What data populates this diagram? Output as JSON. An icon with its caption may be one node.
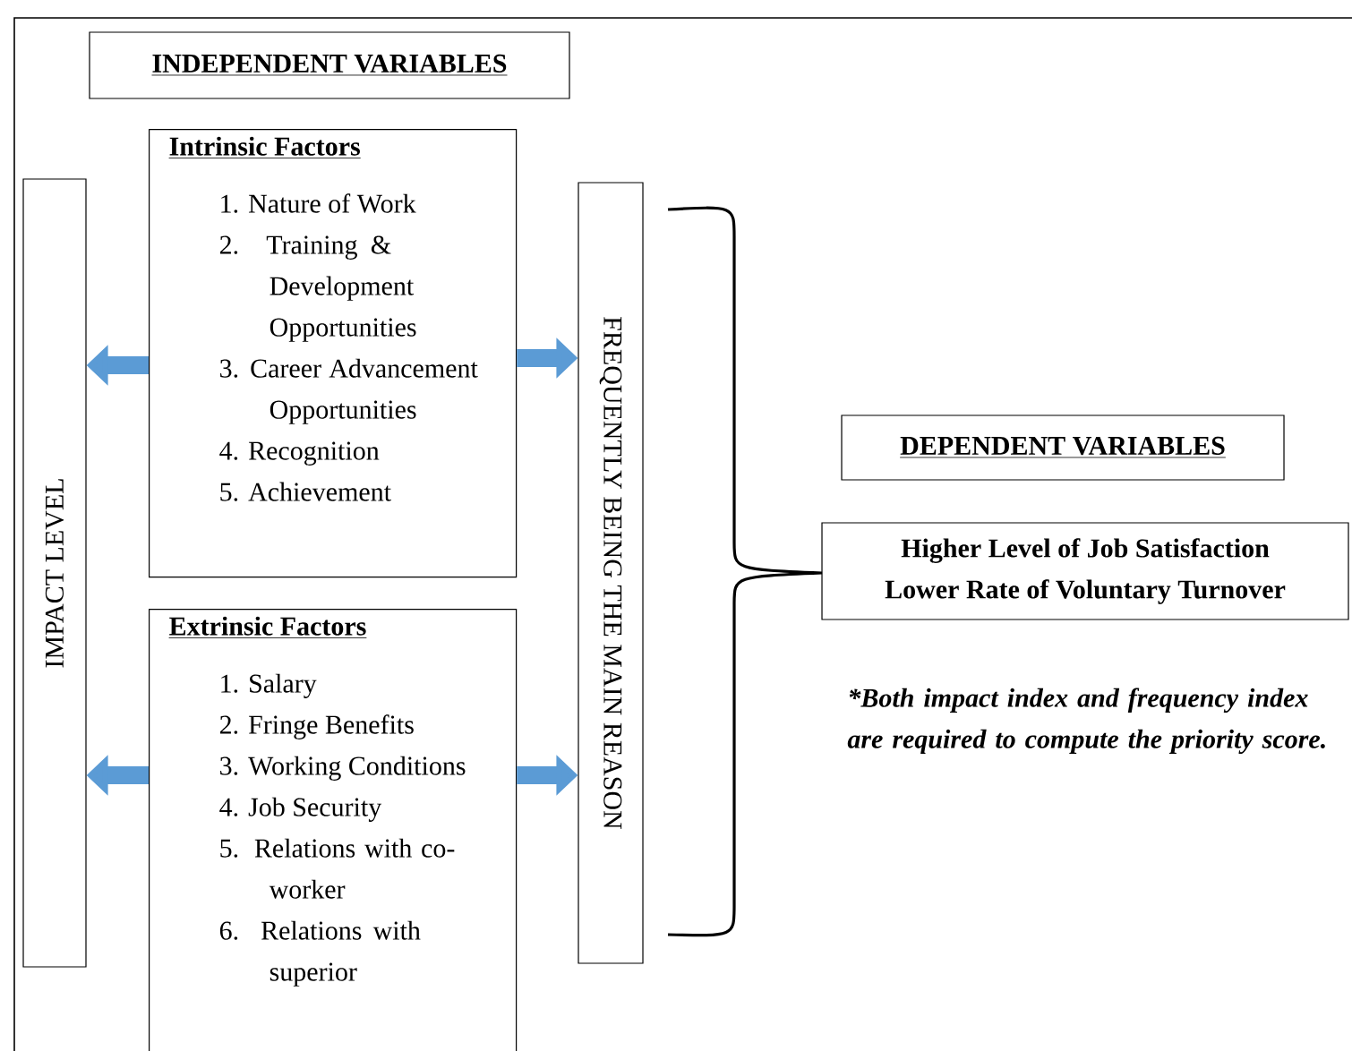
{
  "diagram": {
    "nodes": [
      {
        "text": [
          "INDEPENDENT VARIABLES"
        ]
      },
      {
        "text": [
          "Intrinsic Factors",
          "1. Nature of Work",
          "2. Training & Development Opportunities",
          "3. Career Advancement Opportunities",
          "4. Recognition",
          "5. Achievement"
        ]
      },
      {
        "text": [
          "IMPACT LEVEL"
        ]
      },
      {
        "text": [
          "FREQUENTLY BEING THE MAIN REASON"
        ]
      },
      {
        "text": [
          "Extrinsic Factors",
          "1. Salary",
          "2. Fringe Benefits",
          "3. Working Conditions",
          "4. Job Security",
          "5. Relations with co-worker",
          "6. Relations with superior"
        ]
      },
      {
        "text": [
          "DEPENDENT VARIABLES"
        ]
      },
      {
        "text": [
          "Higher Level of Job Satisfaction",
          "Lower Rate of Voluntary Turnover"
        ]
      }
    ],
    "edges": [
      {
        "from": 1,
        "to": 2,
        "arrow": "to"
      },
      {
        "from": 1,
        "to": 3,
        "arrow": "to"
      },
      {
        "from": 4,
        "to": 2,
        "arrow": "to"
      },
      {
        "from": 4,
        "to": 3,
        "arrow": "to"
      }
    ],
    "labels": [
      "*Both impact index and frequency index are required to compute the priority score."
    ]
  }
}
